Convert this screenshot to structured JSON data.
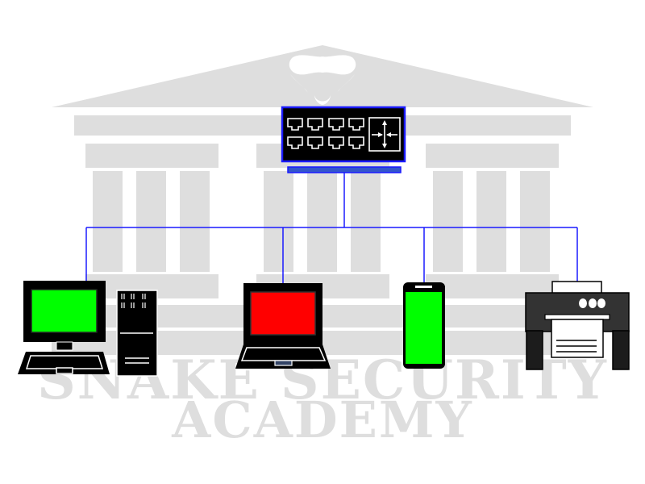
{
  "watermark": {
    "line1": "SNAKE SECURITY",
    "line2": "ACADEMY",
    "color": "#dedede",
    "logo": "snake-head-icon"
  },
  "diagram": {
    "type": "network-topology",
    "hub": {
      "label": "network-switch",
      "ports": 8,
      "uplink_icon": "router-arrows-icon",
      "border_color": "#1a1aff",
      "base_color": "#3355cc"
    },
    "link_color": "#1a1aff",
    "devices": [
      {
        "id": "desktop",
        "kind": "desktop-computer",
        "screen_color": "#00ff00",
        "status": "ok"
      },
      {
        "id": "laptop",
        "kind": "laptop",
        "screen_color": "#ff0000",
        "status": "alert"
      },
      {
        "id": "phone",
        "kind": "smartphone",
        "screen_color": "#00ff00",
        "status": "ok"
      },
      {
        "id": "printer",
        "kind": "printer",
        "status": "neutral"
      }
    ]
  },
  "colors": {
    "ok": "#00ff00",
    "alert": "#ff0000",
    "device_body": "#000000",
    "printer_body": "#333333",
    "building": "#dedede"
  }
}
